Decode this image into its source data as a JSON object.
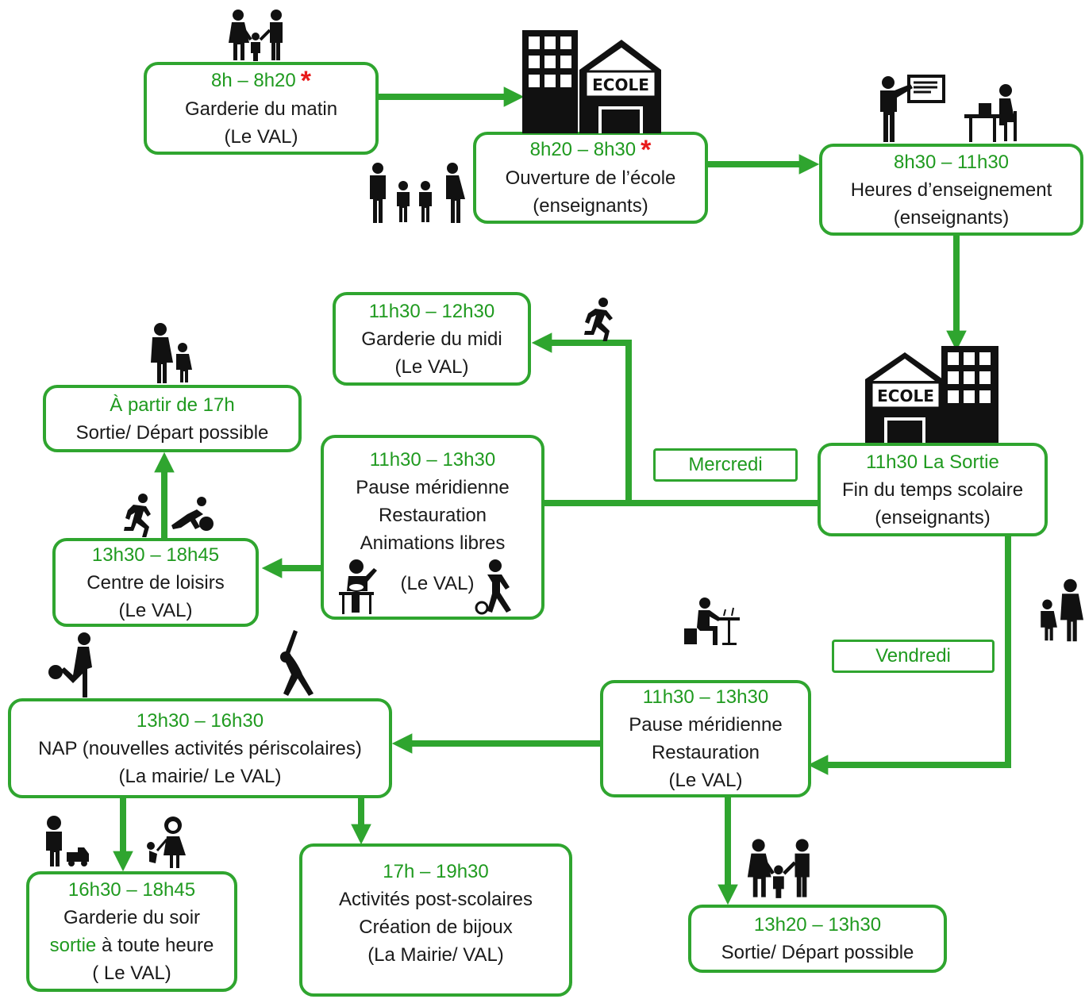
{
  "colors": {
    "accent": "#2fa52f",
    "time_text": "#1f9a1f",
    "asterisk": "#e81b1b",
    "icon": "#111111"
  },
  "boxes": {
    "garderie_matin": {
      "time": "8h – 8h20",
      "asterisk": "*",
      "line1": "Garderie du matin",
      "line2": "(Le VAL)"
    },
    "ouverture": {
      "time": "8h20 – 8h30",
      "asterisk": "*",
      "line1": "Ouverture de l’école",
      "line2": "(enseignants)"
    },
    "enseignement": {
      "time": "8h30 – 11h30",
      "line1": "Heures d’enseignement",
      "line2": "(enseignants)"
    },
    "garderie_midi": {
      "time": "11h30 – 12h30",
      "line1": "Garderie du midi",
      "line2": "(Le VAL)"
    },
    "depart_17h": {
      "time": "À partir de 17h",
      "line1": "Sortie/ Départ possible"
    },
    "pause_mercredi": {
      "time": "11h30 – 13h30",
      "line1": "Pause méridienne",
      "line2": "Restauration",
      "line3": "Animations libres",
      "line4": "(Le VAL)"
    },
    "sortie_1130": {
      "time": "11h30 La Sortie",
      "line1": "Fin du temps scolaire",
      "line2": "(enseignants)"
    },
    "centre_loisirs": {
      "time": "13h30 – 18h45",
      "line1": "Centre de loisirs",
      "line2": "(Le VAL)"
    },
    "nap": {
      "time": "13h30 – 16h30",
      "line1": "NAP (nouvelles activités périscolaires)",
      "line2": "(La mairie/ Le VAL)"
    },
    "pause_vendredi": {
      "time": "11h30 – 13h30",
      "line1": "Pause méridienne",
      "line2": "Restauration",
      "line3": "(Le VAL)"
    },
    "garderie_soir": {
      "time": "16h30 – 18h45",
      "line1": "Garderie du soir",
      "line2_word": "sortie",
      "line2_rest": " à toute heure",
      "line3": "( Le VAL)"
    },
    "post_scolaires": {
      "time": "17h – 19h30",
      "line1": "Activités post-scolaires",
      "line2": "Création de bijoux",
      "line3": "(La Mairie/ VAL)"
    },
    "depart_1320": {
      "time": "13h20 – 13h30",
      "line1": "Sortie/ Départ possible"
    }
  },
  "tags": {
    "mercredi": "Mercredi",
    "vendredi": "Vendredi"
  },
  "school_signs": {
    "top": "ECOLE",
    "bottom": "ECOLE"
  },
  "icons": [
    "family-icon",
    "school-building-icon",
    "family-with-children-icon",
    "teacher-board-icon",
    "student-desk-icon",
    "running-person-icon",
    "mother-child-icon",
    "soccer-kids-icon",
    "child-eating-icon",
    "child-ball-icon",
    "person-eating-icon",
    "football-kick-icon",
    "yoga-stretch-icon",
    "child-toy-truck-icon",
    "girl-doll-icon"
  ]
}
